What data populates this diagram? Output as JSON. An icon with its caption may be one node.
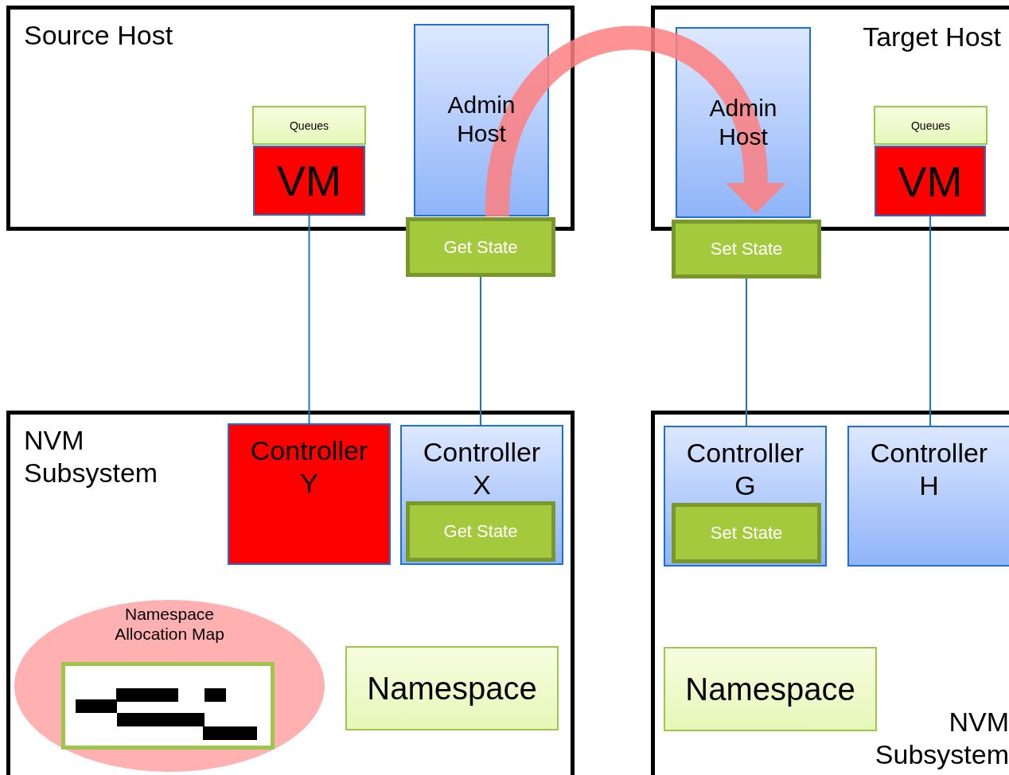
{
  "diagram": {
    "nodes": [
      {
        "text": [
          "Source Host"
        ]
      },
      {
        "text": [
          "Queues"
        ],
        "in": 0
      },
      {
        "text": [
          "VM"
        ],
        "in": 0
      },
      {
        "text": [
          "Admin Host"
        ],
        "in": 0
      },
      {
        "text": [
          "Get State"
        ]
      },
      {
        "text": [
          "Target Host"
        ]
      },
      {
        "text": [
          "Admin Host"
        ],
        "in": 5
      },
      {
        "text": [
          "Set State"
        ]
      },
      {
        "text": [
          "Queues"
        ],
        "in": 5
      },
      {
        "text": [
          "VM"
        ],
        "in": 5
      },
      {
        "text": [
          "NVM Subsystem"
        ]
      },
      {
        "text": [
          "Controller Y"
        ],
        "in": 10
      },
      {
        "text": [
          "Controller X"
        ],
        "in": 10
      },
      {
        "text": [
          "Get State"
        ],
        "in": 12
      },
      {
        "text": [
          "Namespace Allocation Map"
        ],
        "in": 10
      },
      {
        "text": [
          "Namespace"
        ],
        "in": 10
      },
      {
        "text": [
          "NVM Subsystem"
        ]
      },
      {
        "text": [
          "Controller G"
        ],
        "in": 16
      },
      {
        "text": [
          "Set State"
        ],
        "in": 17
      },
      {
        "text": [
          "Controller H"
        ],
        "in": 16
      },
      {
        "text": [
          "Namespace"
        ],
        "in": 16
      }
    ],
    "edges": [
      {
        "from": 2,
        "to": 11,
        "arrow": "none"
      },
      {
        "from": 4,
        "to": 12,
        "arrow": "none"
      },
      {
        "from": 7,
        "to": 17,
        "arrow": "none"
      },
      {
        "from": 9,
        "to": 19,
        "arrow": "none"
      },
      {
        "from": 3,
        "to": 6,
        "arrow": "to",
        "style": "thick",
        "color": "#ff8080"
      }
    ]
  }
}
